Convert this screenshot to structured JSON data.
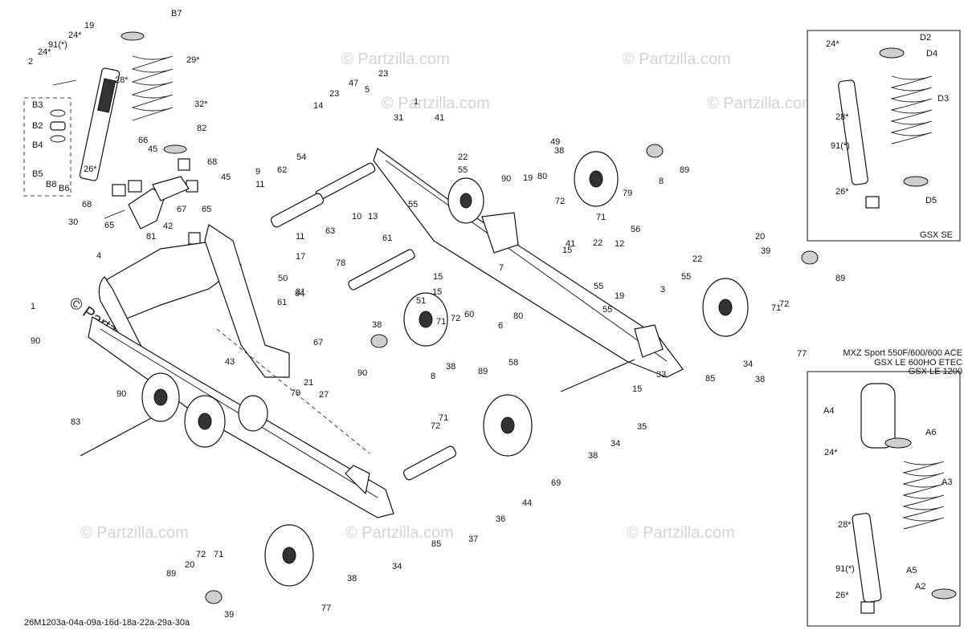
{
  "diagram_code": "26M1203a-04a-09a-16d-18a-22a-29a-30a",
  "watermark": "© Partzilla.com",
  "panels": {
    "gsx_se": {
      "title": "GSX SE"
    },
    "mxz": {
      "title_lines": [
        "MXZ Sport 550F/600/600 ACE",
        "GSX LE 600HO ETEC",
        "GSX LE 1200"
      ]
    }
  },
  "callouts": {
    "main": [
      "B7",
      "19",
      "24*",
      "91(*)",
      "24*",
      "2",
      "28*",
      "29*",
      "B3",
      "B2",
      "B4",
      "B5",
      "B8",
      "B6",
      "32*",
      "82",
      "66",
      "45",
      "26*",
      "45",
      "68",
      "68",
      "9",
      "11",
      "30",
      "65",
      "81",
      "42",
      "67",
      "65",
      "4",
      "62",
      "54",
      "47",
      "23",
      "5",
      "23",
      "14",
      "31",
      "1",
      "41",
      "22",
      "55",
      "10",
      "13",
      "55",
      "50",
      "11",
      "17",
      "63",
      "61",
      "78",
      "31",
      "1",
      "90",
      "61",
      "84",
      "90",
      "67",
      "27",
      "43",
      "21",
      "79",
      "38",
      "51",
      "71",
      "72",
      "60",
      "89",
      "8",
      "38",
      "15",
      "15",
      "6",
      "15",
      "80",
      "58",
      "7",
      "41",
      "22",
      "55",
      "55",
      "38",
      "49",
      "89",
      "8",
      "79",
      "90",
      "19",
      "80",
      "72",
      "71",
      "12",
      "56",
      "22",
      "55",
      "3",
      "19",
      "33",
      "34",
      "38",
      "85",
      "20",
      "39",
      "89",
      "71",
      "72",
      "77",
      "15",
      "35",
      "34",
      "38",
      "71",
      "72",
      "69",
      "44",
      "36",
      "37",
      "85",
      "90",
      "83",
      "34",
      "38",
      "77",
      "71",
      "72",
      "20",
      "89",
      "39"
    ],
    "gsx_se": [
      "24*",
      "D2",
      "D4",
      "D3",
      "28*",
      "91(*)",
      "26*",
      "D5"
    ],
    "mxz": [
      "A4",
      "A6",
      "24*",
      "A3",
      "28*",
      "91(*)",
      "A5",
      "26*",
      "A2"
    ]
  },
  "icons": [
    "shock-absorber-icon",
    "coil-spring-icon",
    "idler-wheel-icon",
    "bolt-icon",
    "washer-icon",
    "rail-icon",
    "arm-icon"
  ]
}
